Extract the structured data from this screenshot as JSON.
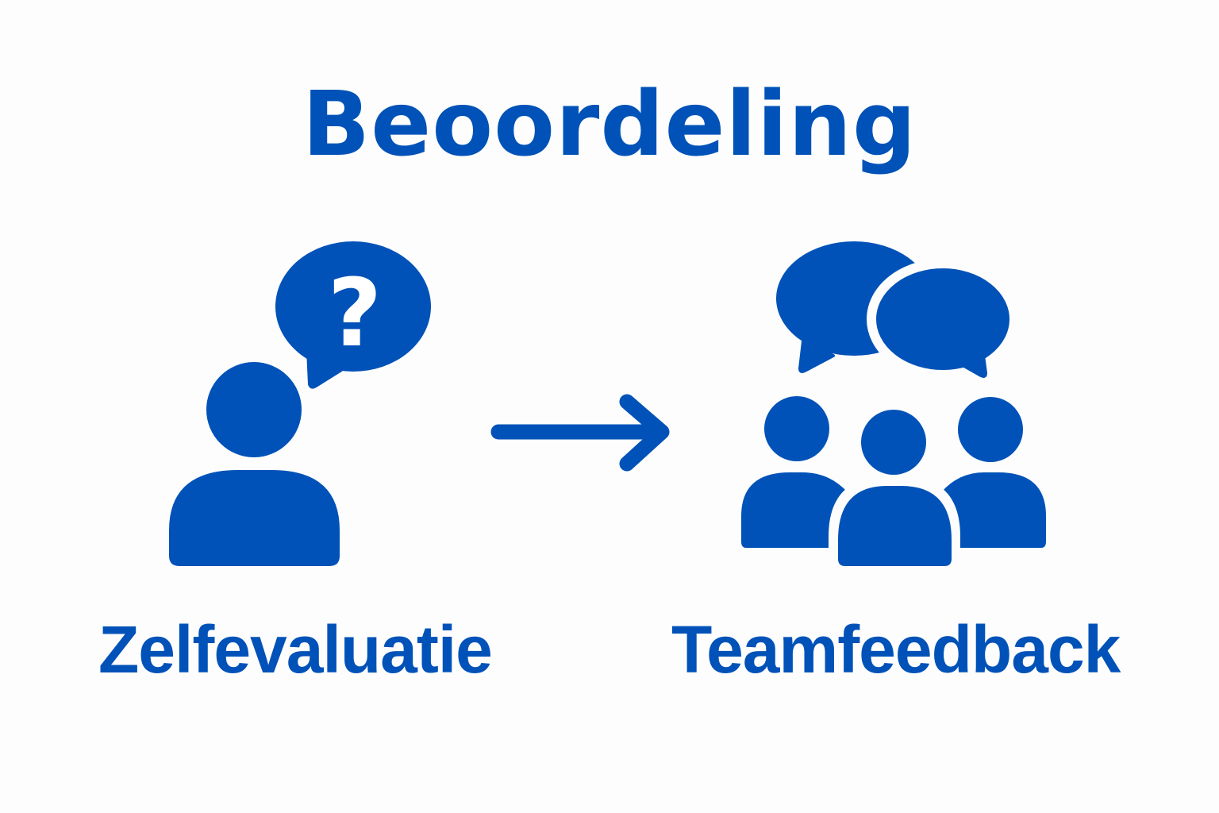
{
  "title": "Beoordeling",
  "colors": {
    "accent": "#0052b8",
    "background": "#fdfdfd",
    "glyph": "#ffffff"
  },
  "steps": [
    {
      "label": "Zelfevaluatie",
      "icon": "person-question-bubble-icon"
    },
    {
      "label": "Teamfeedback",
      "icon": "group-chat-bubbles-icon"
    }
  ],
  "connector": {
    "icon": "arrow-right-icon"
  },
  "bubble_glyph": "?"
}
